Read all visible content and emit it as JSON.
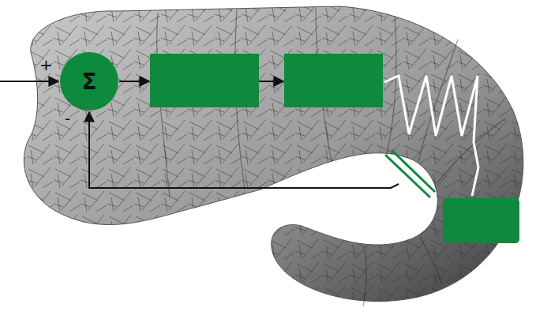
{
  "diagram": {
    "nodes": [
      {
        "text": [
          "Σ"
        ]
      }
    ],
    "labels": [
      "+",
      "-"
    ]
  }
}
